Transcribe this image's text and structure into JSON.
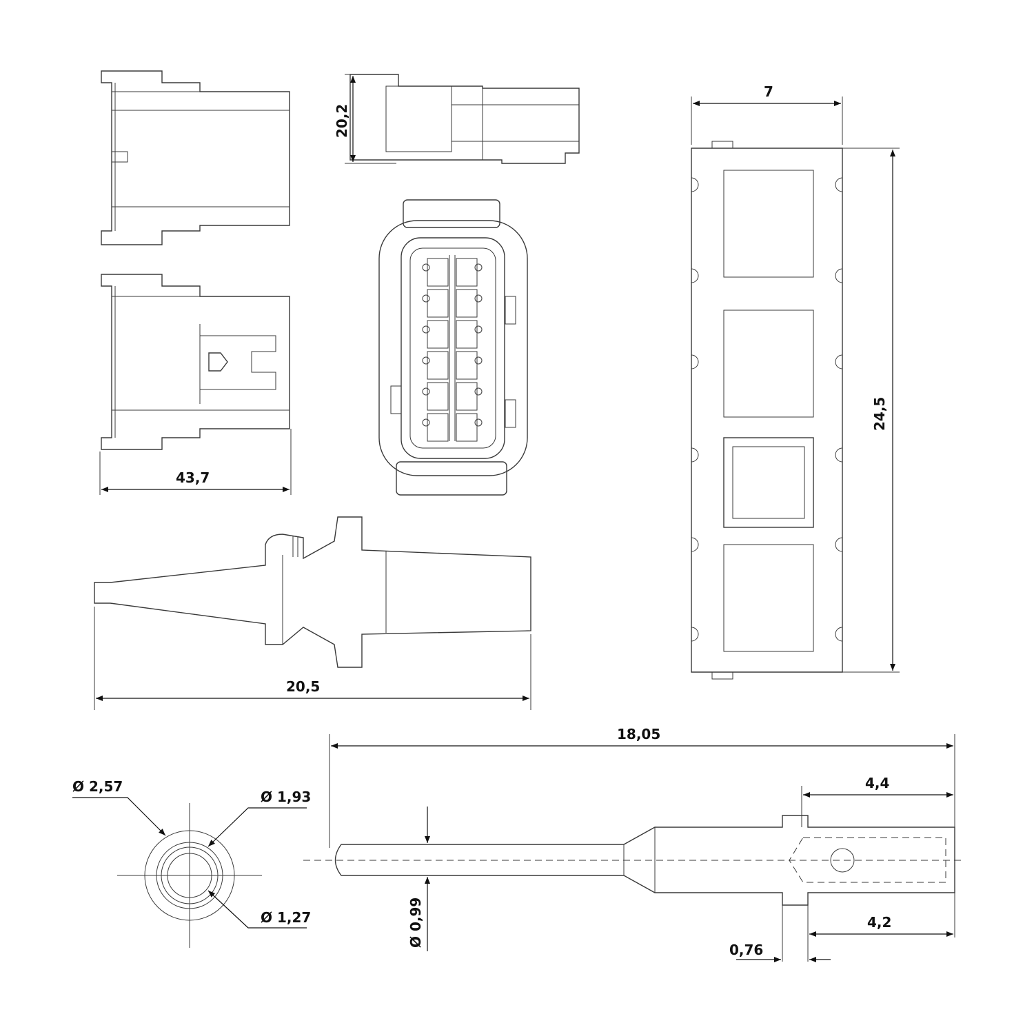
{
  "drawing": {
    "subject": "12-pin connector housing, wedge lock, seal and contact pin",
    "views": [
      {
        "id": "housing-top",
        "label": ""
      },
      {
        "id": "housing-side",
        "label": ""
      },
      {
        "id": "housing-front-face",
        "label": ""
      },
      {
        "id": "housing-side-small",
        "label": ""
      },
      {
        "id": "wedge-lock",
        "label": ""
      },
      {
        "id": "seal-plug",
        "label": ""
      },
      {
        "id": "contact-end",
        "label": ""
      },
      {
        "id": "contact-pin",
        "label": ""
      }
    ],
    "dimensions": {
      "housing_length": "43,7",
      "housing_height": "20,2",
      "wedge_width": "7",
      "wedge_length": "24,5",
      "seal_length": "20,5",
      "contact_length": "18,05",
      "contact_barrel_outer": "4,4",
      "contact_barrel_inner": "4,2",
      "contact_collar": "0,76",
      "contact_pin_dia": "Ø 0,99",
      "end_dia_outer": "Ø 2,57",
      "end_dia_mid": "Ø 1,93",
      "end_dia_inner": "Ø 1,27"
    }
  }
}
